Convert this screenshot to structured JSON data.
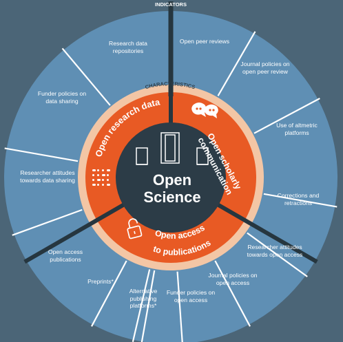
{
  "header": {
    "indicators_title": "INDICATORS",
    "characteristics_title": "CHARACTERISTICS"
  },
  "center": {
    "line1": "Open",
    "line2": "Science"
  },
  "characteristics": [
    {
      "id": "open-research-data",
      "label": "Open research data",
      "icon": "data-grid-icon"
    },
    {
      "id": "open-scholarly-communication",
      "label_line1": "Open scholarly",
      "label_line2": "communication",
      "icon": "speech-bubbles-icon"
    },
    {
      "id": "open-access-publications",
      "label_line1": "Open access",
      "label_line2": "to publications",
      "icon": "open-padlock-icon"
    }
  ],
  "indicators": [
    {
      "id": "research-data-repositories",
      "text": "Research data repositories"
    },
    {
      "id": "open-peer-reviews",
      "text": "Open peer reviews"
    },
    {
      "id": "journal-policies-open-peer-review",
      "text": "Journal policies on open peer review"
    },
    {
      "id": "funder-policies-data-sharing",
      "text": "Funder policies on data sharing"
    },
    {
      "id": "use-of-altmetric-platforms",
      "text": "Use of altmetric platforms"
    },
    {
      "id": "researcher-attitudes-data-sharing",
      "text": "Researcher attitudes towards data sharing"
    },
    {
      "id": "corrections-and-retractions",
      "text": "Corrections and retractions"
    },
    {
      "id": "open-access-publications",
      "text": "Open access publications"
    },
    {
      "id": "researcher-attitudes-open-access",
      "text": "Researcher attitudes towards open access"
    },
    {
      "id": "preprints",
      "text": "Preprints*"
    },
    {
      "id": "journal-policies-open-access",
      "text": "Journal policies on open access"
    },
    {
      "id": "alternative-publishing-platforms",
      "text": "Alternative publishing platforms*"
    },
    {
      "id": "funder-policies-open-access",
      "text": "Funder policies on open access"
    }
  ],
  "colors": {
    "background": "#4b6577",
    "outer_ring": "#5f8fb4",
    "characteristics_ring": "#f3c6a5",
    "orange": "#e85a24",
    "center": "#2c3c47",
    "divider": "#26363f",
    "text": "#ffffff"
  }
}
